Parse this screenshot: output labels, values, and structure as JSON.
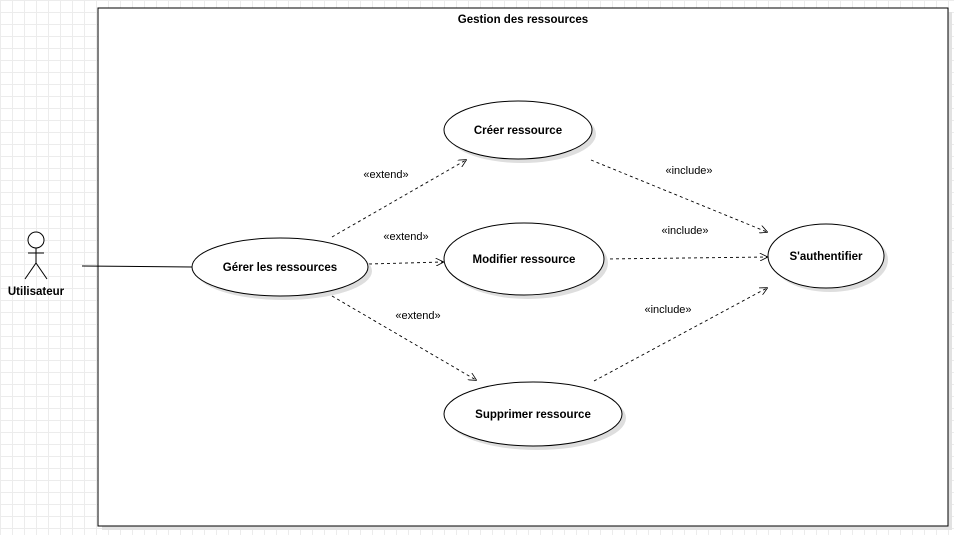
{
  "system": {
    "title": "Gestion des ressources"
  },
  "actor": {
    "label": "Utilisateur"
  },
  "use_cases": {
    "gerer": "Gérer les ressources",
    "creer": "Créer ressource",
    "modifier": "Modifier ressource",
    "supprimer": "Supprimer ressource",
    "auth": "S'authentifier"
  },
  "relations": {
    "extend_creer": "«extend»",
    "extend_modifier": "«extend»",
    "extend_supprimer": "«extend»",
    "include_creer": "«include»",
    "include_modifier": "«include»",
    "include_supprimer": "«include»"
  },
  "colors": {
    "stroke": "#000000",
    "shadow": "#dcdcdc",
    "fill": "#ffffff"
  }
}
